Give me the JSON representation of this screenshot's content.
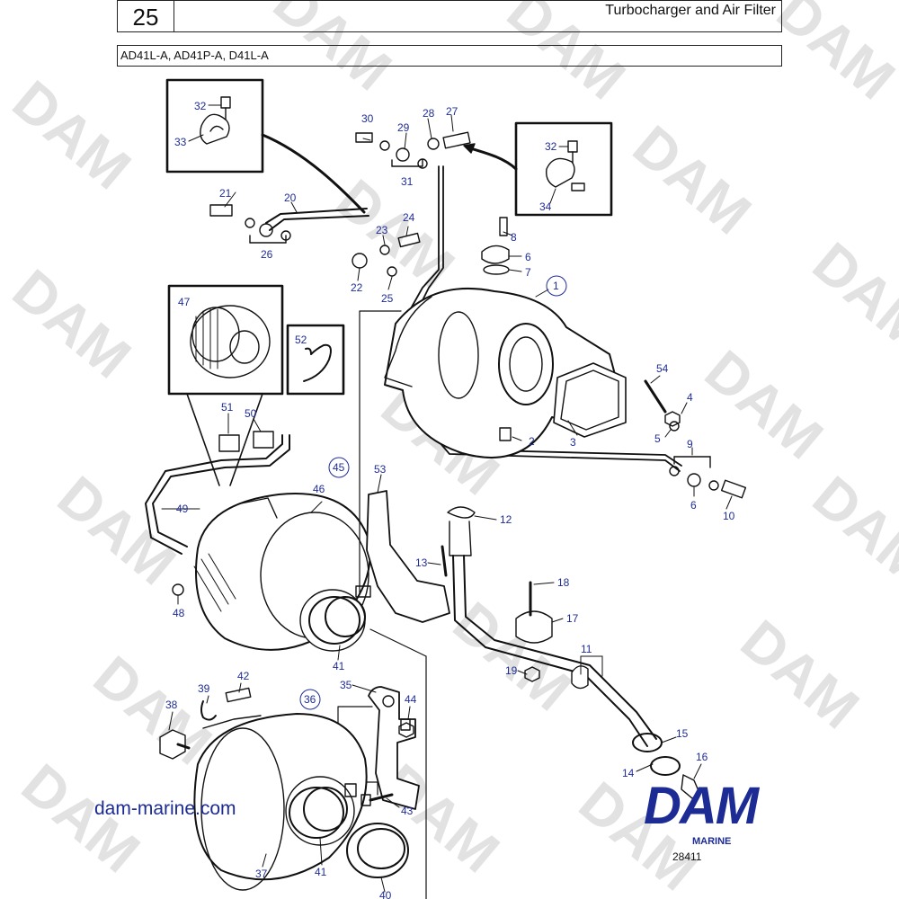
{
  "header": {
    "section_number": "25",
    "title": "Turbocharger and Air Filter",
    "models": "AD41L-A, AD41P-A, D41L-A"
  },
  "colors": {
    "callout": "#1f2d96",
    "line": "#111111",
    "watermark": "#e2e2e2",
    "brand": "#1c2c94"
  },
  "watermark_text": "DAM",
  "callouts": {
    "c1": "1",
    "c2": "2",
    "c3": "3",
    "c4": "4",
    "c5": "5",
    "c6a": "6",
    "c6b": "6",
    "c7": "7",
    "c8": "8",
    "c9": "9",
    "c10": "10",
    "c11": "11",
    "c12": "12",
    "c13": "13",
    "c14": "14",
    "c15": "15",
    "c16": "16",
    "c17": "17",
    "c18": "18",
    "c19": "19",
    "c20": "20",
    "c21": "21",
    "c22": "22",
    "c23": "23",
    "c24": "24",
    "c25": "25",
    "c26": "26",
    "c27": "27",
    "c28": "28",
    "c29": "29",
    "c30": "30",
    "c31": "31",
    "c32a": "32",
    "c32b": "32",
    "c33": "33",
    "c34": "34",
    "c35": "35",
    "c36": "36",
    "c37": "37",
    "c38": "38",
    "c39": "39",
    "c40": "40",
    "c41a": "41",
    "c41b": "41",
    "c42": "42",
    "c43": "43",
    "c44": "44",
    "c45": "45",
    "c46": "46",
    "c47": "47",
    "c48": "48",
    "c49": "49",
    "c50": "50",
    "c51": "51",
    "c52": "52",
    "c53": "53",
    "c54": "54"
  },
  "footer": {
    "website": "dam-marine.com",
    "logo": "DAM",
    "logo_sub": "MARINE",
    "drawing_number": "28411"
  }
}
